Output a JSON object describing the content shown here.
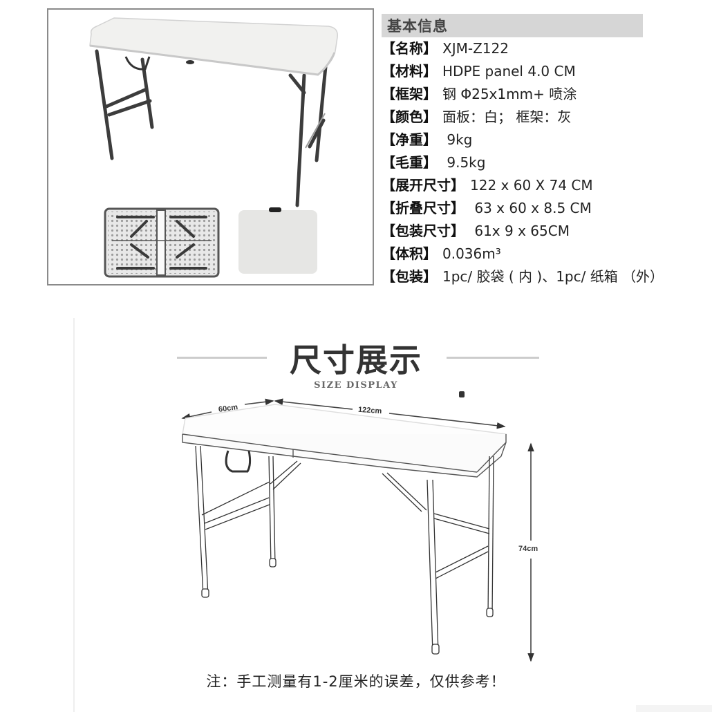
{
  "product_photos": {
    "main_alt": "folding table unfolded, white top, grey steel legs",
    "folded_open_alt": "folded table underside view",
    "folded_closed_alt": "folded table closed with handle"
  },
  "info": {
    "header": "基本信息",
    "specs": [
      {
        "label": "【名称】",
        "value": "XJM-Z122"
      },
      {
        "label": "【材料】",
        "value": "HDPE panel 4.0 CM"
      },
      {
        "label": "【框架】",
        "value": "钢 Φ25x1mm+ 喷涂"
      },
      {
        "label": "【颜色】",
        "value": "面板：白； 框架：灰"
      },
      {
        "label": "【净重】",
        "value": " 9kg"
      },
      {
        "label": "【毛重】",
        "value": " 9.5kg"
      },
      {
        "label": "【展开尺寸】",
        "value": "122 x 60 X 74 CM"
      },
      {
        "label": "【折叠尺寸】",
        "value": " 63 x 60 x 8.5 CM"
      },
      {
        "label": "【包装尺寸】",
        "value": " 61x 9 x 65CM"
      },
      {
        "label": "【体积】",
        "value": "0.036m³"
      },
      {
        "label": "【包装】",
        "value": "1pc/ 胶袋 ( 内 )、1pc/ 纸箱 （外）"
      }
    ]
  },
  "size_display": {
    "title_cn": "尺寸展示",
    "title_en": "SIZE DISPLAY",
    "dimensions": {
      "width": "60cm",
      "length": "122cm",
      "height": "74cm"
    },
    "note": "注：手工测量有1-2厘米的误差，仅供参考！"
  },
  "colors": {
    "header_bg": "#d6d6d6",
    "frame_border": "#8a8a8a",
    "leg_grey": "#4a4a4a",
    "panel_white": "#f2f2f0"
  }
}
